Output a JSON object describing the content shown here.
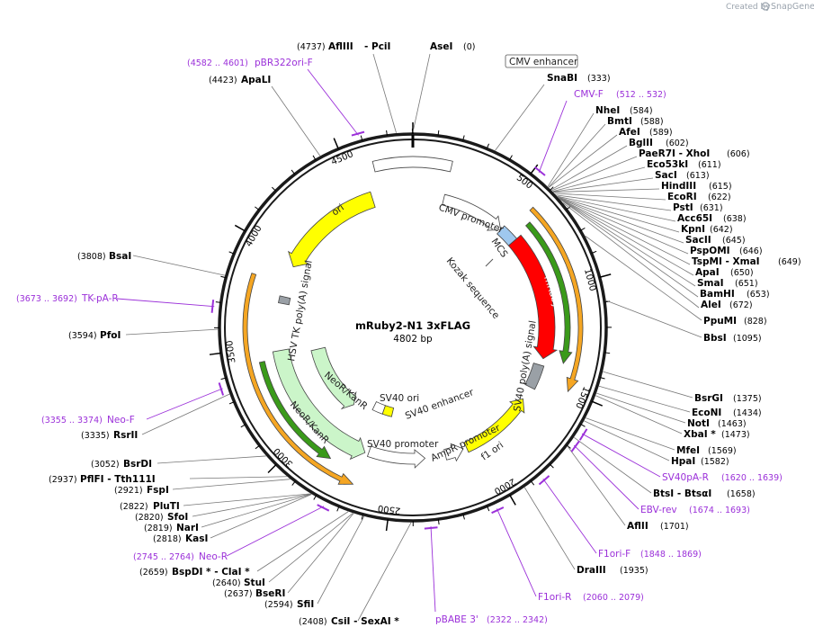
{
  "credit": {
    "prefix": "Created by",
    "brand": "SnapGene"
  },
  "plasmid": {
    "name": "mRuby2-N1 3xFLAG",
    "length_label": "4802 bp",
    "length": 4802
  },
  "ticks": [
    "500",
    "1000",
    "1500",
    "2000",
    "2500",
    "3000",
    "3500",
    "4000",
    "4500"
  ],
  "features": {
    "cmv_enhancer": "CMV enhancer",
    "cmv_promoter": "CMV promoter",
    "mcs": "MCS",
    "kozak": "Kozak sequence",
    "mruby2": "mRuby2",
    "sv40_polya": "SV40 poly(A) signal",
    "f1_ori": "f1 ori",
    "ampr_promoter": "AmpR promoter",
    "sv40_promoter": "SV40 promoter",
    "sv40_enhancer": "SV40 enhancer",
    "sv40_ori": "SV40 ori",
    "neokanr_outer": "NeoR/KanR",
    "neokanr_inner": "NeoR/KanR",
    "hsv_tk": "HSV TK poly(A) signal",
    "ori": "ori"
  },
  "sites": [
    {
      "pos": "(4737)",
      "name": "AflIII",
      "extra": "- PciI"
    },
    {
      "pos": "",
      "name": "AseI",
      "extra": "(0)"
    },
    {
      "pos": "(4423)",
      "name": "ApaLI",
      "extra": ""
    },
    {
      "pos": "",
      "name": "SnaBI",
      "extra": "(333)"
    },
    {
      "pos": "",
      "name": "NheI",
      "extra": "(584)"
    },
    {
      "pos": "",
      "name": "BmtI",
      "extra": "(588)"
    },
    {
      "pos": "",
      "name": "AfeI",
      "extra": "(589)"
    },
    {
      "pos": "",
      "name": "BglII",
      "extra": "(602)"
    },
    {
      "pos": "",
      "name": "PaeR7I - XhoI",
      "extra": "(606)"
    },
    {
      "pos": "",
      "name": "Eco53kI",
      "extra": "(611)"
    },
    {
      "pos": "",
      "name": "SacI",
      "extra": "(613)"
    },
    {
      "pos": "",
      "name": "HindIII",
      "extra": "(615)"
    },
    {
      "pos": "",
      "name": "EcoRI",
      "extra": "(622)"
    },
    {
      "pos": "",
      "name": "PstI",
      "extra": "(631)"
    },
    {
      "pos": "",
      "name": "Acc65I",
      "extra": "(638)"
    },
    {
      "pos": "",
      "name": "KpnI",
      "extra": "(642)"
    },
    {
      "pos": "",
      "name": "SacII",
      "extra": "(645)"
    },
    {
      "pos": "",
      "name": "PspOMI",
      "extra": "(646)"
    },
    {
      "pos": "",
      "name": "TspMI - XmaI",
      "extra": "(649)"
    },
    {
      "pos": "",
      "name": "ApaI",
      "extra": "(650)"
    },
    {
      "pos": "",
      "name": "SmaI",
      "extra": "(651)"
    },
    {
      "pos": "",
      "name": "BamHI",
      "extra": "(653)"
    },
    {
      "pos": "",
      "name": "AleI",
      "extra": "(672)"
    },
    {
      "pos": "",
      "name": "PpuMI",
      "extra": "(828)"
    },
    {
      "pos": "",
      "name": "BbsI",
      "extra": "(1095)"
    },
    {
      "pos": "",
      "name": "BsrGI",
      "extra": "(1375)"
    },
    {
      "pos": "",
      "name": "EcoNI",
      "extra": "(1434)"
    },
    {
      "pos": "",
      "name": "NotI",
      "extra": "(1463)"
    },
    {
      "pos": "",
      "name": "XbaI *",
      "extra": "(1473)"
    },
    {
      "pos": "",
      "name": "MfeI",
      "extra": "(1569)"
    },
    {
      "pos": "",
      "name": "HpaI",
      "extra": "(1582)"
    },
    {
      "pos": "",
      "name": "BtsI - BtsαI",
      "extra": "(1658)"
    },
    {
      "pos": "",
      "name": "AflII",
      "extra": "(1701)"
    },
    {
      "pos": "",
      "name": "DraIII",
      "extra": "(1935)"
    },
    {
      "pos": "(3808)",
      "name": "BsaI",
      "extra": ""
    },
    {
      "pos": "(3594)",
      "name": "PfoI",
      "extra": ""
    },
    {
      "pos": "(3335)",
      "name": "RsrII",
      "extra": ""
    },
    {
      "pos": "(3052)",
      "name": "BsrDI",
      "extra": ""
    },
    {
      "pos": "(2937)",
      "name": "PflFI - Tth111I",
      "extra": ""
    },
    {
      "pos": "(2921)",
      "name": "FspI",
      "extra": ""
    },
    {
      "pos": "(2822)",
      "name": "PluTI",
      "extra": ""
    },
    {
      "pos": "(2820)",
      "name": "SfoI",
      "extra": ""
    },
    {
      "pos": "(2819)",
      "name": "NarI",
      "extra": ""
    },
    {
      "pos": "(2818)",
      "name": "KasI",
      "extra": ""
    },
    {
      "pos": "(2659)",
      "name": "BspDI * - ClaI *",
      "extra": ""
    },
    {
      "pos": "(2640)",
      "name": "StuI",
      "extra": ""
    },
    {
      "pos": "(2637)",
      "name": "BseRI",
      "extra": ""
    },
    {
      "pos": "(2594)",
      "name": "SfiI",
      "extra": ""
    },
    {
      "pos": "(2408)",
      "name": "CsiI - SexAI *",
      "extra": ""
    }
  ],
  "primers": [
    {
      "range": "(4582 .. 4601)",
      "name": "pBR322ori-F",
      "after": ""
    },
    {
      "range": "",
      "name": "CMV-F",
      "after": "(512 .. 532)"
    },
    {
      "range": "(3673 .. 3692)",
      "name": "TK-pA-R",
      "after": ""
    },
    {
      "range": "(3355 .. 3374)",
      "name": "Neo-F",
      "after": ""
    },
    {
      "range": "(2745 .. 2764)",
      "name": "Neo-R",
      "after": ""
    },
    {
      "range": "",
      "name": "SV40pA-R",
      "after": "(1620 .. 1639)"
    },
    {
      "range": "",
      "name": "EBV-rev",
      "after": "(1674 .. 1693)"
    },
    {
      "range": "",
      "name": "F1ori-F",
      "after": "(1848 .. 1869)"
    },
    {
      "range": "",
      "name": "F1ori-R",
      "after": "(2060 .. 2079)"
    },
    {
      "range": "",
      "name": "pBABE 3'",
      "after": "(2322 .. 2342)"
    }
  ],
  "colors": {
    "backbone": "#1a1a1a",
    "mruby2": "#ff0000",
    "ori": "#ffff00",
    "neokanr": "#cbf5c9",
    "primer": "#9b30d9",
    "primer_track": "#f5a623",
    "green_arrow": "#3a9a1a",
    "promoter": "#ffffff",
    "polya": "#9aa0a6",
    "mcs": "#9fc8ee"
  }
}
